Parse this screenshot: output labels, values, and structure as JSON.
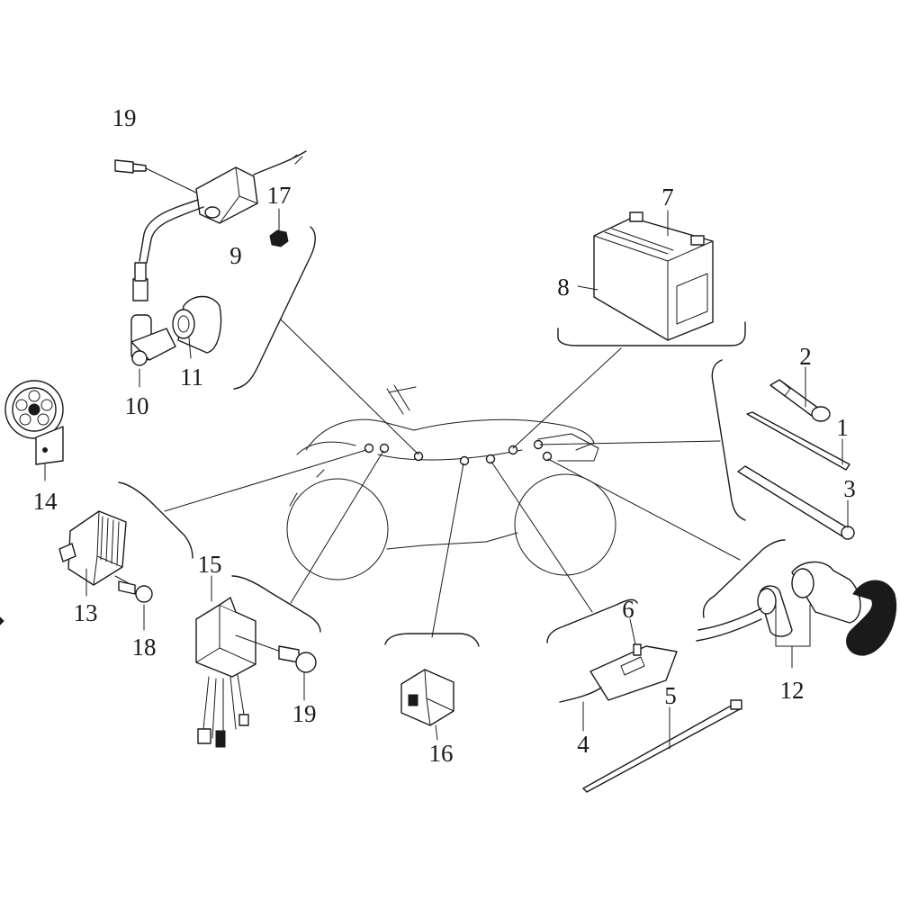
{
  "diagram": {
    "callouts": [
      {
        "key": "c1",
        "text": "1"
      },
      {
        "key": "c2",
        "text": "2"
      },
      {
        "key": "c3",
        "text": "3"
      },
      {
        "key": "c4",
        "text": "4"
      },
      {
        "key": "c5",
        "text": "5"
      },
      {
        "key": "c6",
        "text": "6"
      },
      {
        "key": "c7",
        "text": "7"
      },
      {
        "key": "c8",
        "text": "8"
      },
      {
        "key": "c9",
        "text": "9"
      },
      {
        "key": "c10",
        "text": "10"
      },
      {
        "key": "c11",
        "text": "11"
      },
      {
        "key": "c12",
        "text": "12"
      },
      {
        "key": "c13",
        "text": "13"
      },
      {
        "key": "c14",
        "text": "14"
      },
      {
        "key": "c15",
        "text": "15"
      },
      {
        "key": "c16",
        "text": "16"
      },
      {
        "key": "c17",
        "text": "17"
      },
      {
        "key": "c18",
        "text": "18"
      },
      {
        "key": "c19a",
        "text": "19"
      },
      {
        "key": "c19b",
        "text": "19"
      }
    ]
  },
  "colors": {
    "line": "#1a1a1a",
    "background": "#ffffff",
    "silhouette": "#9a9a9a"
  }
}
